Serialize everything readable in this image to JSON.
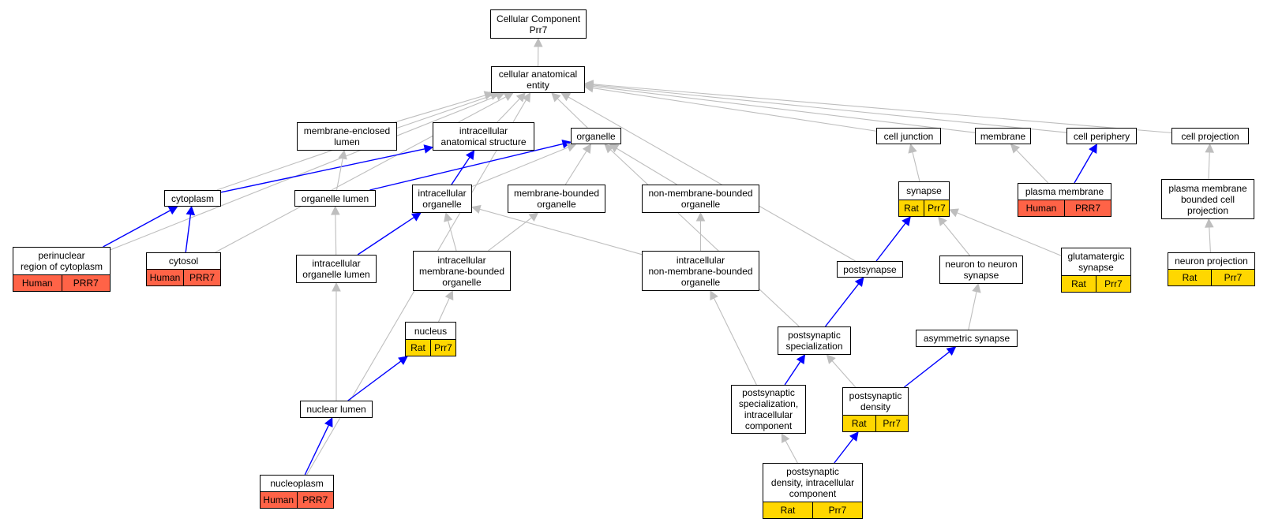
{
  "colors": {
    "gray_edge": "#bebebe",
    "blue_edge": "#0000ff",
    "rat_fill": "#ffd700",
    "human_fill": "#ff6347"
  },
  "nodes": {
    "root": {
      "label": "Cellular Component\nPrr7"
    },
    "cae": {
      "label": "cellular anatomical\nentity"
    },
    "mel": {
      "label": "membrane-enclosed\nlumen"
    },
    "ias": {
      "label": "intracellular\nanatomical structure"
    },
    "org": {
      "label": "organelle"
    },
    "cj": {
      "label": "cell junction"
    },
    "mem": {
      "label": "membrane"
    },
    "cper": {
      "label": "cell periphery"
    },
    "cproj": {
      "label": "cell projection"
    },
    "cyto": {
      "label": "cytoplasm"
    },
    "olum": {
      "label": "organelle lumen"
    },
    "iorg": {
      "label": "intracellular\norganelle"
    },
    "mbo": {
      "label": "membrane-bounded\norganelle"
    },
    "nmbo": {
      "label": "non-membrane-bounded\norganelle"
    },
    "syn": {
      "label": "synapse",
      "ann": [
        "Rat",
        "Prr7"
      ]
    },
    "pm": {
      "label": "plasma membrane",
      "ann": [
        "Human",
        "PRR7"
      ]
    },
    "pmbcp": {
      "label": "plasma membrane\nbounded cell\nprojection"
    },
    "prc": {
      "label": "perinuclear\nregion of cytoplasm",
      "ann": [
        "Human",
        "PRR7"
      ]
    },
    "cytosol": {
      "label": "cytosol",
      "ann": [
        "Human",
        "PRR7"
      ]
    },
    "iol": {
      "label": "intracellular\norganelle lumen"
    },
    "imbo": {
      "label": "intracellular\nmembrane-bounded\norganelle"
    },
    "inmbo": {
      "label": "intracellular\nnon-membrane-bounded\norganelle"
    },
    "psyn": {
      "label": "postsynapse"
    },
    "n2n": {
      "label": "neuron to neuron\nsynapse"
    },
    "gsyn": {
      "label": "glutamatergic\nsynapse",
      "ann": [
        "Rat",
        "Prr7"
      ]
    },
    "nproj": {
      "label": "neuron projection",
      "ann": [
        "Rat",
        "Prr7"
      ]
    },
    "nuc": {
      "label": "nucleus",
      "ann": [
        "Rat",
        "Prr7"
      ]
    },
    "pss": {
      "label": "postsynaptic\nspecialization"
    },
    "asyn": {
      "label": "asymmetric synapse"
    },
    "nl": {
      "label": "nuclear lumen"
    },
    "pssic": {
      "label": "postsynaptic\nspecialization,\nintracellular\ncomponent"
    },
    "psd": {
      "label": "postsynaptic\ndensity",
      "ann": [
        "Rat",
        "Prr7"
      ]
    },
    "np": {
      "label": "nucleoplasm",
      "ann": [
        "Human",
        "PRR7"
      ]
    },
    "psdic": {
      "label": "postsynaptic\ndensity, intracellular\ncomponent",
      "ann": [
        "Rat",
        "Prr7"
      ]
    }
  },
  "edges": [
    {
      "from": "cae",
      "to": "root",
      "type": "gray"
    },
    {
      "from": "mel",
      "to": "cae",
      "type": "gray"
    },
    {
      "from": "ias",
      "to": "cae",
      "type": "gray"
    },
    {
      "from": "org",
      "to": "cae",
      "type": "gray"
    },
    {
      "from": "cj",
      "to": "cae",
      "type": "gray"
    },
    {
      "from": "mem",
      "to": "cae",
      "type": "gray"
    },
    {
      "from": "cper",
      "to": "cae",
      "type": "gray"
    },
    {
      "from": "cproj",
      "to": "cae",
      "type": "gray"
    },
    {
      "from": "cyto",
      "to": "cae",
      "type": "gray"
    },
    {
      "from": "prc",
      "to": "cae",
      "type": "gray"
    },
    {
      "from": "cytosol",
      "to": "cae",
      "type": "gray"
    },
    {
      "from": "np",
      "to": "cae",
      "type": "gray"
    },
    {
      "from": "psyn",
      "to": "cae",
      "type": "gray"
    },
    {
      "from": "cyto",
      "to": "ias",
      "type": "blue"
    },
    {
      "from": "olum",
      "to": "mel",
      "type": "gray"
    },
    {
      "from": "olum",
      "to": "org",
      "type": "blue"
    },
    {
      "from": "iorg",
      "to": "ias",
      "type": "blue"
    },
    {
      "from": "iorg",
      "to": "org",
      "type": "gray"
    },
    {
      "from": "mbo",
      "to": "org",
      "type": "gray"
    },
    {
      "from": "nmbo",
      "to": "org",
      "type": "gray"
    },
    {
      "from": "pss",
      "to": "org",
      "type": "gray"
    },
    {
      "from": "syn",
      "to": "cj",
      "type": "gray"
    },
    {
      "from": "pm",
      "to": "mem",
      "type": "gray"
    },
    {
      "from": "pm",
      "to": "cper",
      "type": "blue"
    },
    {
      "from": "pmbcp",
      "to": "cproj",
      "type": "gray"
    },
    {
      "from": "prc",
      "to": "cyto",
      "type": "blue"
    },
    {
      "from": "cytosol",
      "to": "cyto",
      "type": "blue"
    },
    {
      "from": "iol",
      "to": "olum",
      "type": "gray"
    },
    {
      "from": "iol",
      "to": "iorg",
      "type": "blue"
    },
    {
      "from": "imbo",
      "to": "iorg",
      "type": "gray"
    },
    {
      "from": "imbo",
      "to": "mbo",
      "type": "gray"
    },
    {
      "from": "inmbo",
      "to": "iorg",
      "type": "gray"
    },
    {
      "from": "inmbo",
      "to": "nmbo",
      "type": "gray"
    },
    {
      "from": "psyn",
      "to": "syn",
      "type": "blue"
    },
    {
      "from": "n2n",
      "to": "syn",
      "type": "gray"
    },
    {
      "from": "gsyn",
      "to": "syn",
      "type": "gray"
    },
    {
      "from": "nproj",
      "to": "pmbcp",
      "type": "gray"
    },
    {
      "from": "nuc",
      "to": "imbo",
      "type": "gray"
    },
    {
      "from": "nl",
      "to": "iol",
      "type": "gray"
    },
    {
      "from": "nl",
      "to": "nuc",
      "type": "blue"
    },
    {
      "from": "np",
      "to": "nl",
      "type": "blue"
    },
    {
      "from": "pss",
      "to": "psyn",
      "type": "blue"
    },
    {
      "from": "pssic",
      "to": "pss",
      "type": "blue"
    },
    {
      "from": "pssic",
      "to": "inmbo",
      "type": "gray"
    },
    {
      "from": "psd",
      "to": "pss",
      "type": "gray"
    },
    {
      "from": "psd",
      "to": "asyn",
      "type": "blue"
    },
    {
      "from": "asyn",
      "to": "n2n",
      "type": "gray"
    },
    {
      "from": "psdic",
      "to": "pssic",
      "type": "gray"
    },
    {
      "from": "psdic",
      "to": "psd",
      "type": "blue"
    }
  ]
}
